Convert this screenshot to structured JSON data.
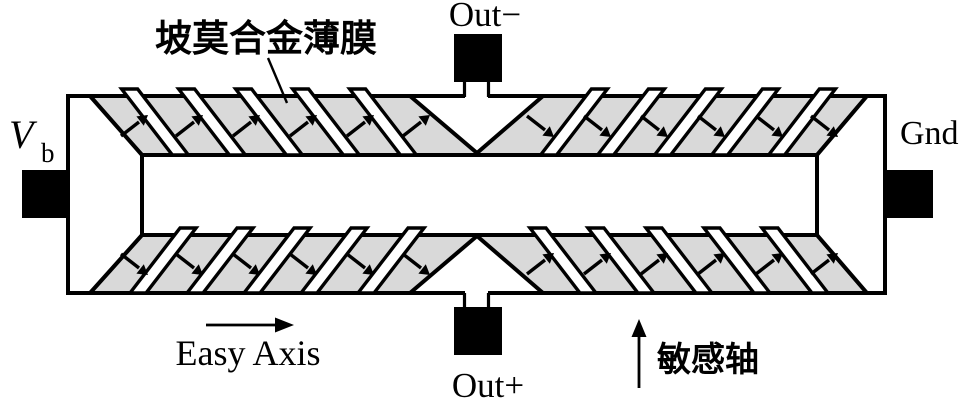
{
  "diagram": {
    "type": "AMR barber-pole Wheatstone-bridge magnetoresistive sensor schematic",
    "film_label": "坡莫合金薄膜",
    "terminals": {
      "bias_main": "V",
      "bias_sub": "b",
      "ground": "Gnd",
      "out_negative": "Out−",
      "out_positive": "Out+"
    },
    "axes": {
      "easy": "Easy Axis",
      "easy_direction": "right",
      "sensitive": "敏感轴",
      "sensitive_direction": "up"
    },
    "colors": {
      "outline": "#000000",
      "film_fill": "#d9d9d9",
      "pad_fill": "#000000",
      "background": "#ffffff",
      "stripe_fill": "#ffffff"
    },
    "bridge_halves": [
      {
        "band": "top",
        "side": "left",
        "stripe_direction": "backslash",
        "arrow_direction": "up-right",
        "stripes": 5,
        "segments": 6
      },
      {
        "band": "top",
        "side": "right",
        "stripe_direction": "slash",
        "arrow_direction": "down-right",
        "stripes": 5,
        "segments": 6
      },
      {
        "band": "bottom",
        "side": "left",
        "stripe_direction": "slash",
        "arrow_direction": "down-right",
        "stripes": 5,
        "segments": 6
      },
      {
        "band": "bottom",
        "side": "right",
        "stripe_direction": "backslash",
        "arrow_direction": "up-right",
        "stripes": 5,
        "segments": 6
      }
    ]
  }
}
